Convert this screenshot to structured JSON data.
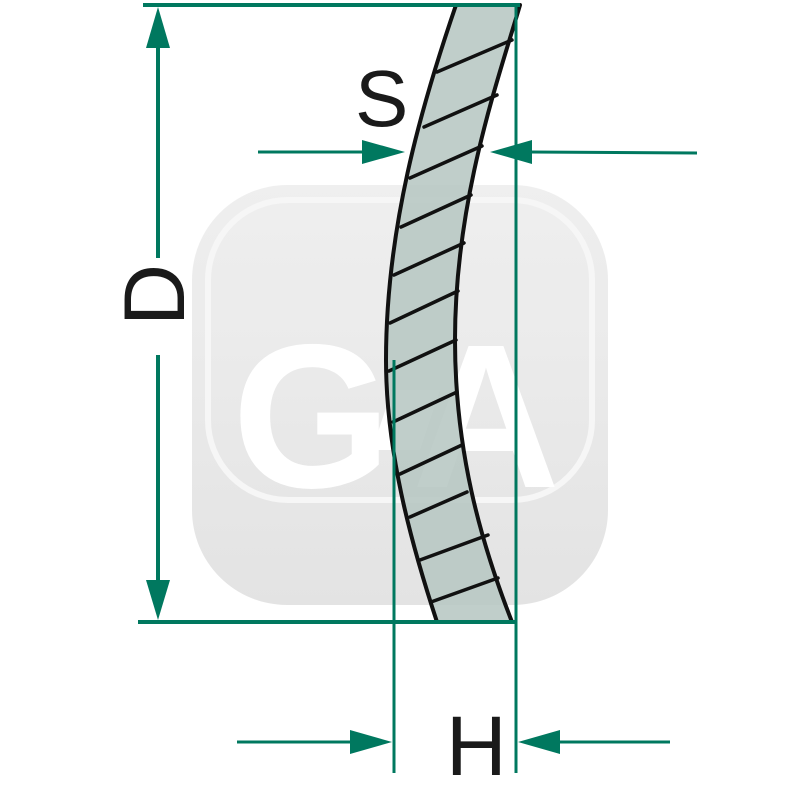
{
  "diagram": {
    "subject": "curved washer / spring disc cross-section",
    "labels": {
      "diameter": "D",
      "thickness": "S",
      "height": "H"
    },
    "watermark": {
      "text_left": "G",
      "text_right": "A"
    },
    "colors": {
      "dimension_lines": "#00785f",
      "section_fill": "#b7c7c3",
      "section_outline": "#111111",
      "label_text": "#1a1a1a",
      "watermark_bg": "#e6e6e6",
      "watermark_text": "#ffffff"
    }
  }
}
